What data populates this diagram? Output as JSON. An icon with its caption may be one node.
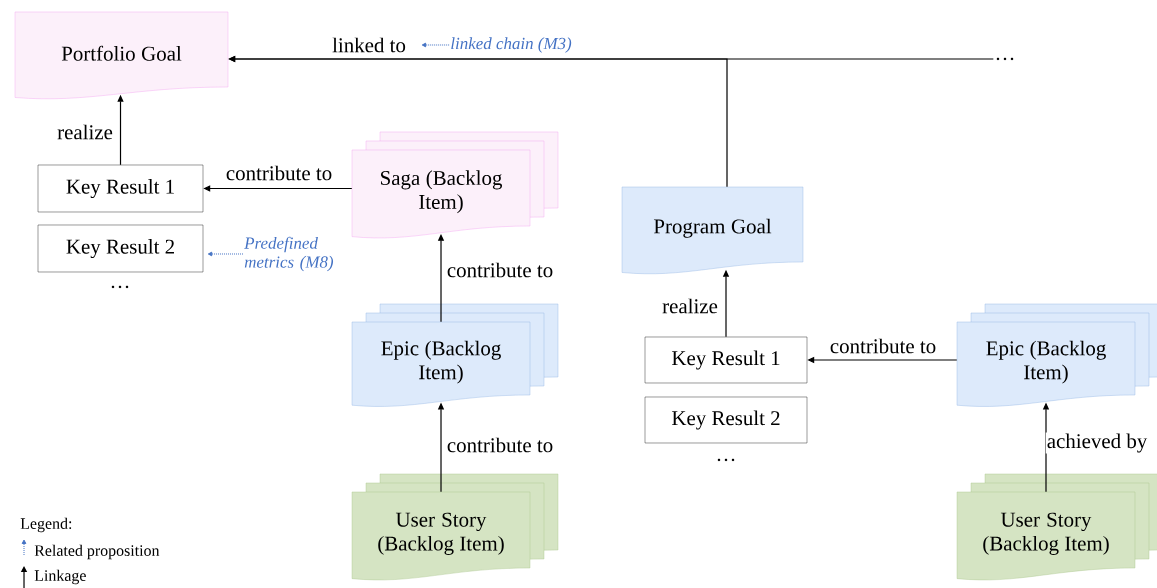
{
  "diagram": {
    "nodes": [
      {
        "text": [
          "Portfolio Goal"
        ]
      },
      {
        "text": [
          "Key Result 1"
        ]
      },
      {
        "text": [
          "Key Result 2"
        ]
      },
      {
        "text": [
          "Saga (Backlog Item)"
        ]
      },
      {
        "text": [
          "Epic (Backlog Item)"
        ]
      },
      {
        "text": [
          "User Story (Backlog Item)"
        ]
      },
      {
        "text": [
          "Program Goal"
        ]
      },
      {
        "text": [
          "Key Result 1"
        ]
      },
      {
        "text": [
          "Key Result 2"
        ]
      },
      {
        "text": [
          "Epic (Backlog Item)"
        ]
      },
      {
        "text": [
          "User Story (Backlog Item)"
        ]
      },
      {
        "text": [
          "…"
        ]
      },
      {
        "text": [
          "linked chain (M3)"
        ]
      },
      {
        "text": [
          "Predefined metrics (M8)"
        ]
      }
    ],
    "edges": [
      {
        "from": 11,
        "to": 0,
        "arrow": "to",
        "label": "linked to"
      },
      {
        "from": 6,
        "to": 0,
        "arrow": "to"
      },
      {
        "from": 1,
        "to": 0,
        "arrow": "to",
        "label": "realize"
      },
      {
        "from": 3,
        "to": 1,
        "arrow": "to",
        "label": "contribute to"
      },
      {
        "from": 4,
        "to": 3,
        "arrow": "to",
        "label": "contribute to"
      },
      {
        "from": 5,
        "to": 4,
        "arrow": "to",
        "label": "contribute to"
      },
      {
        "from": 7,
        "to": 6,
        "arrow": "to",
        "label": "realize"
      },
      {
        "from": 9,
        "to": 7,
        "arrow": "to",
        "label": "contribute to"
      },
      {
        "from": 10,
        "to": 9,
        "arrow": "to",
        "label": "achieved by"
      },
      {
        "from": 12,
        "to": null,
        "arrow": "to",
        "style": "dashed",
        "color": "#4472c4"
      },
      {
        "from": 13,
        "to": 2,
        "arrow": "to",
        "style": "dashed",
        "color": "#4472c4"
      }
    ],
    "labels": [
      "…",
      "…",
      "Legend:"
    ],
    "legend": [
      {
        "text": "Related proposition"
      },
      {
        "text": "Linkage"
      }
    ]
  }
}
